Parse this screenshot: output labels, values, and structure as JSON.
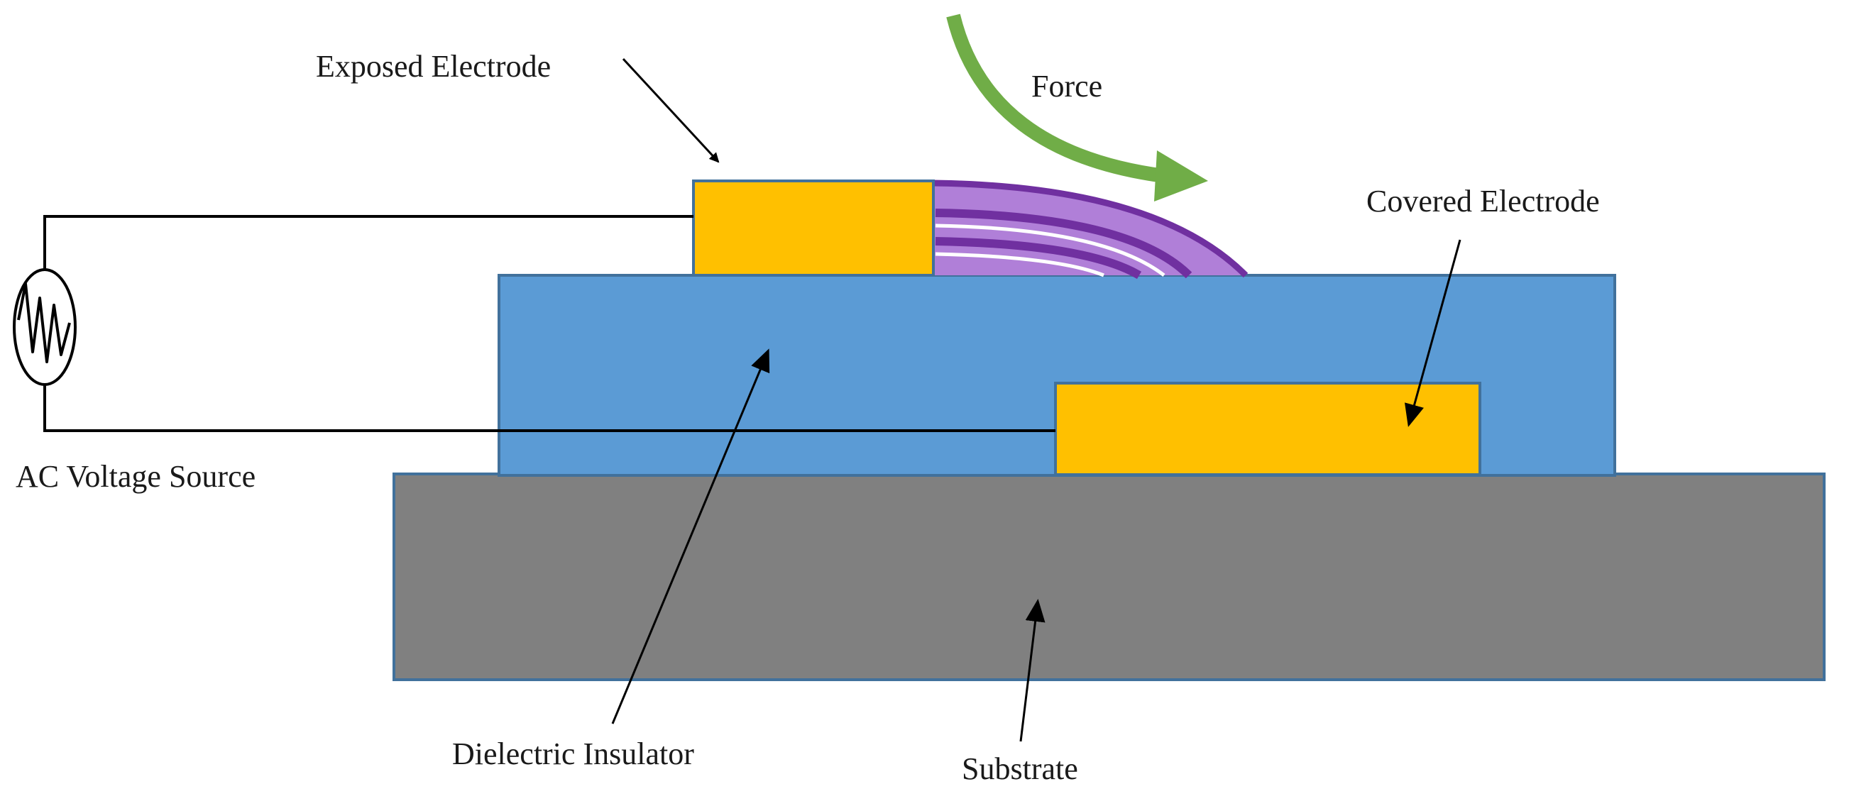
{
  "labels": {
    "exposed_electrode": "Exposed Electrode",
    "force": "Force",
    "covered_electrode": "Covered Electrode",
    "ac_voltage_source": "AC Voltage Source",
    "dielectric_insulator": "Dielectric Insulator",
    "substrate": "Substrate"
  },
  "colors": {
    "electrode": "#FFC000",
    "dielectric": "#5B9BD5",
    "substrate": "#808080",
    "outline": "#41719C",
    "plasma_light": "#B07FD8",
    "plasma_dark": "#7030A0",
    "force_arrow": "#70AD47",
    "wire": "#000000"
  },
  "icons": {
    "ac_source": "ac-voltage-source-icon",
    "force": "curved-force-arrow-icon"
  }
}
